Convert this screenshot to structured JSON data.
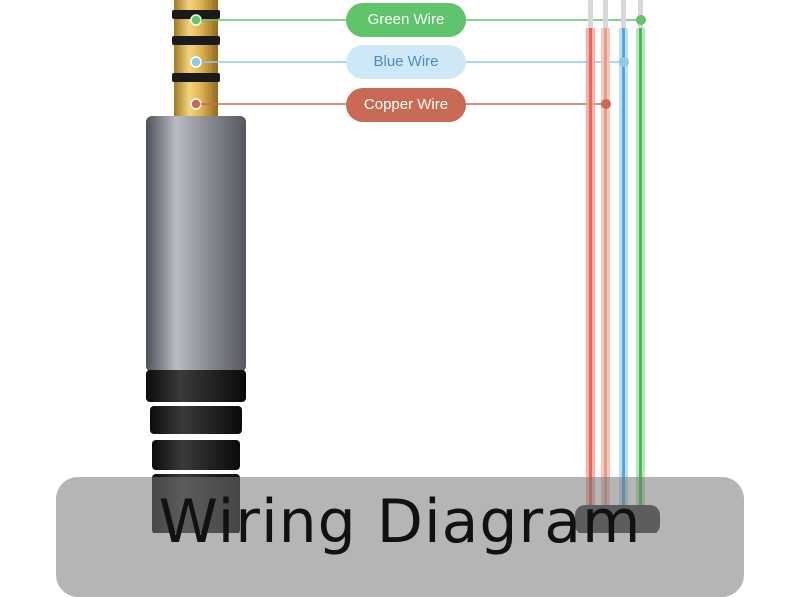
{
  "title": "Wiring Diagram",
  "labels": [
    {
      "id": "green",
      "text": "Green Wire",
      "bg": "#5fc46b",
      "fg": "#ffffff"
    },
    {
      "id": "blue",
      "text": "Blue Wire",
      "bg": "#cfe8f8",
      "fg": "#4a8ec0"
    },
    {
      "id": "copper",
      "text": "Copper Wire",
      "bg": "#c96a55",
      "fg": "#ffffff"
    }
  ],
  "colors": {
    "green": "#5fc46b",
    "blue": "#8ec9ee",
    "copper": "#c96a55",
    "red_wire": "#f08a80",
    "tan_wire": "#f2b0a0",
    "jack_gold": "#e7bf5e",
    "jack_black": "#1b1b1b",
    "sleeve_gray": "#8a8d93"
  }
}
